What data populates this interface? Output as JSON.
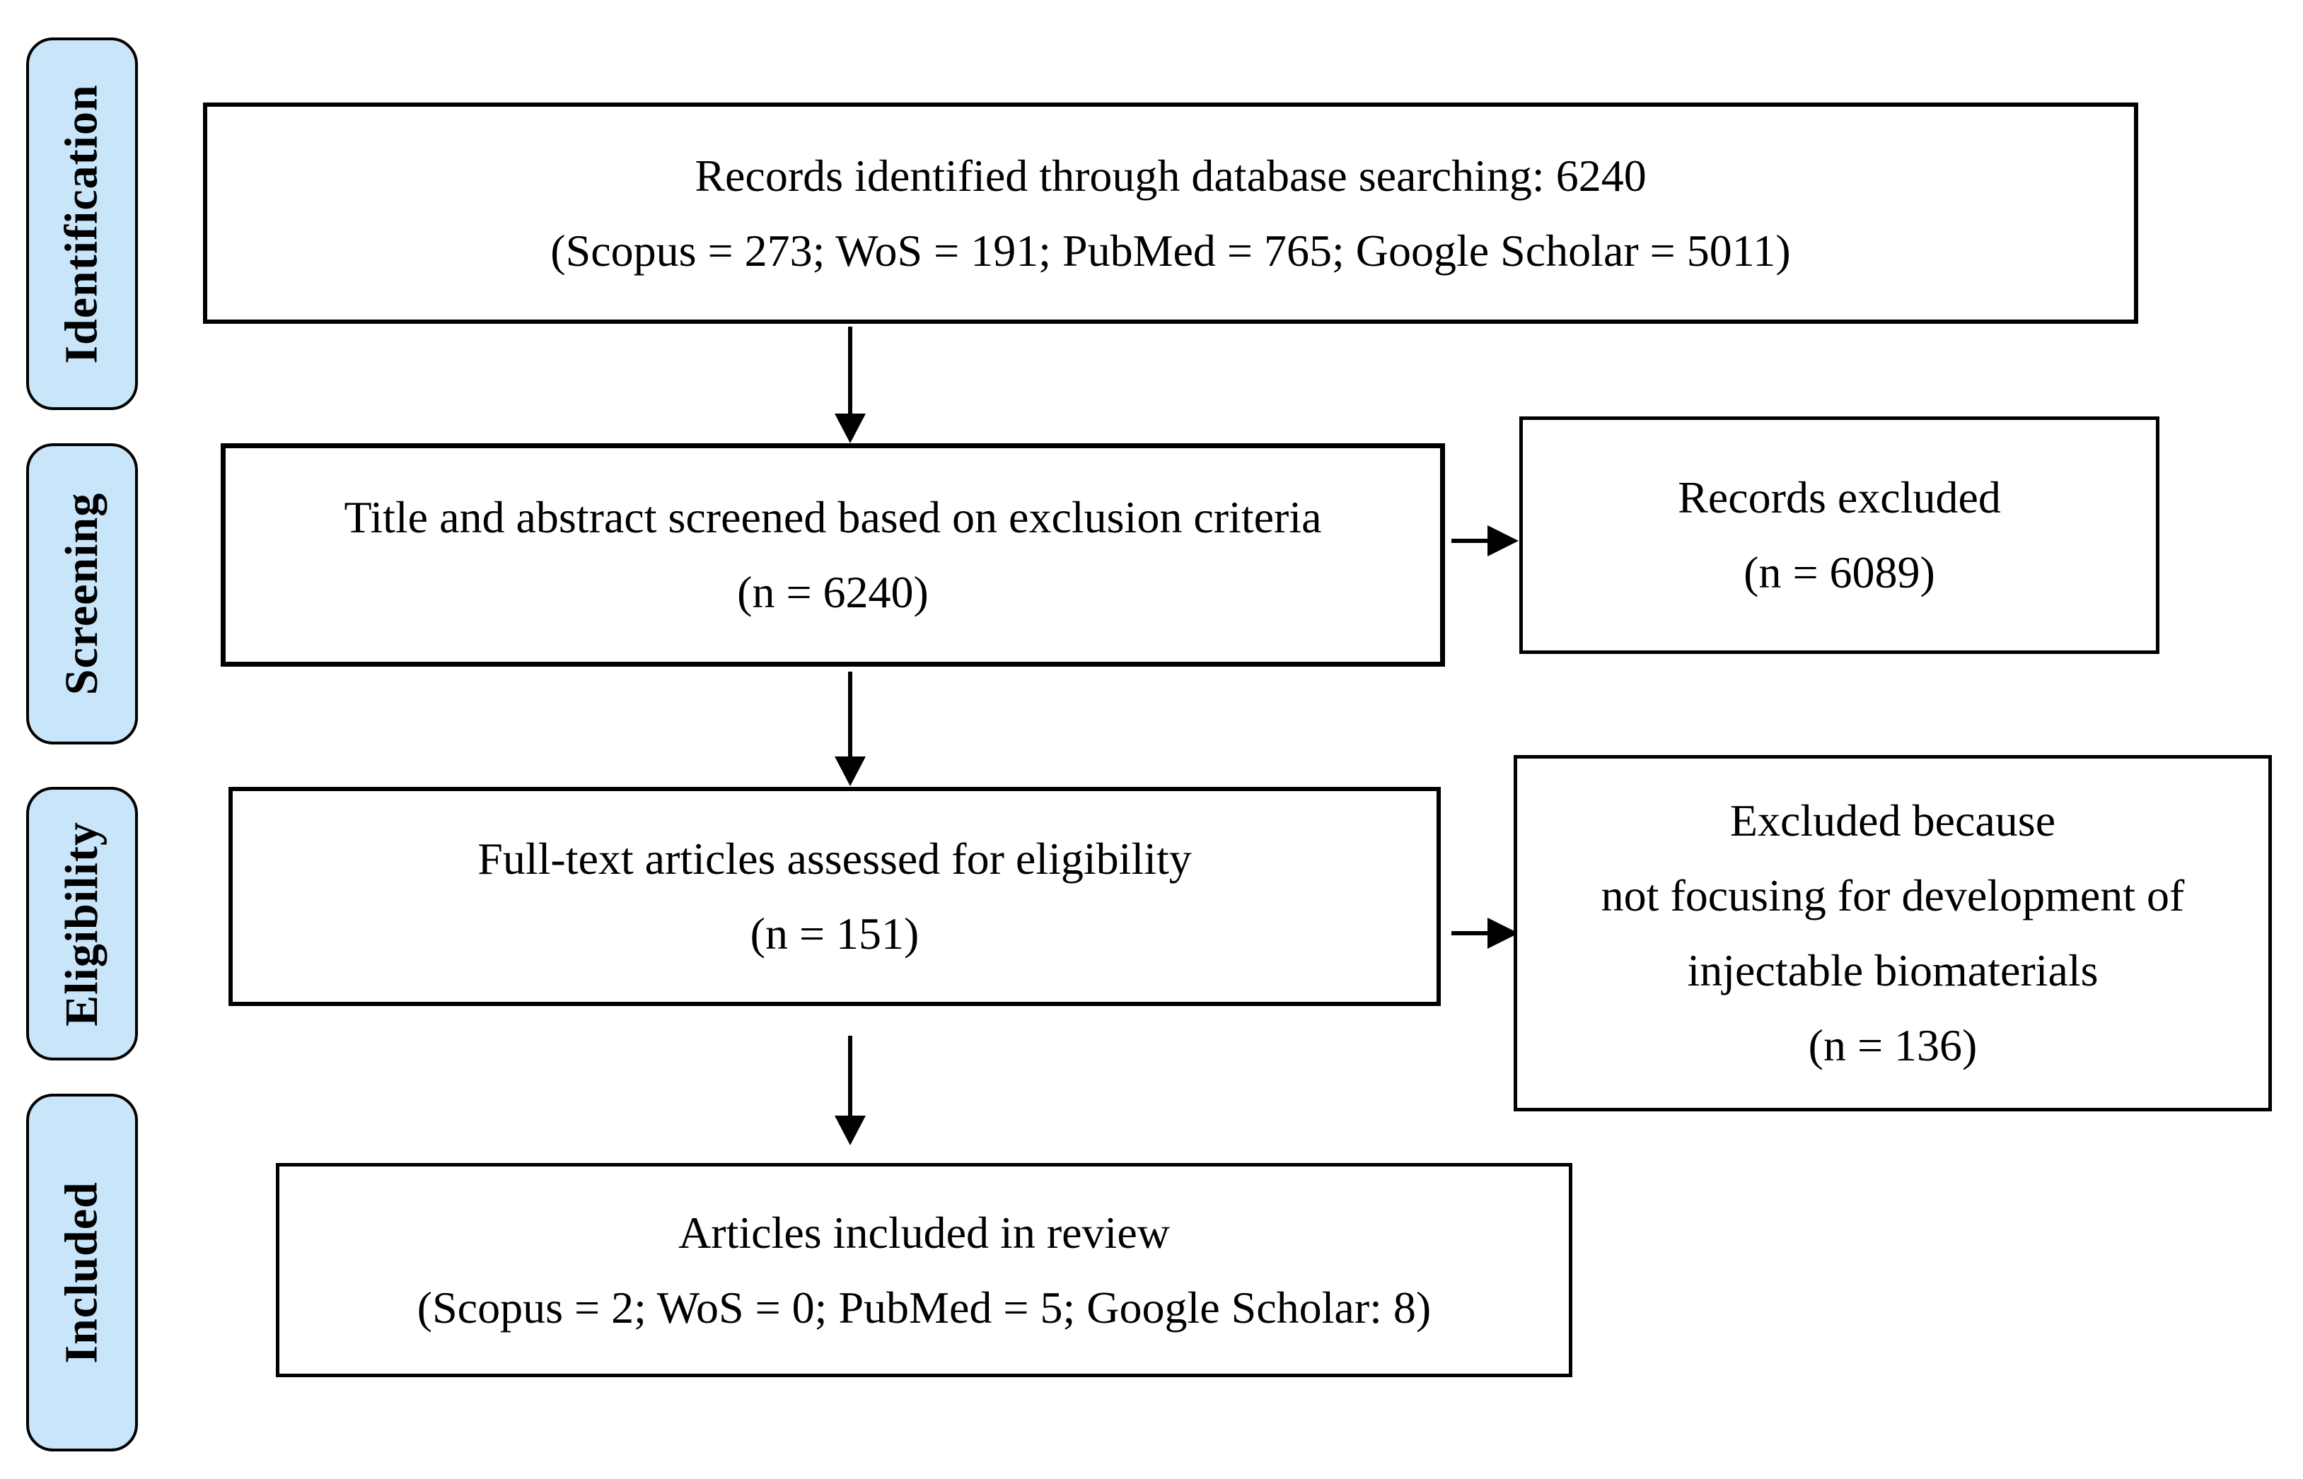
{
  "colors": {
    "stage_fill": "#C9E5F9",
    "stage_border": "#000000",
    "box_border": "#000000",
    "page_bg": "#FFFFFF",
    "text": "#000000"
  },
  "stages": [
    {
      "label": "Identification"
    },
    {
      "label": "Screening"
    },
    {
      "label": "Eligibility"
    },
    {
      "label": "Included"
    }
  ],
  "boxes": {
    "identified": {
      "line1": "Records identified through database searching: 6240",
      "line2": "(Scopus = 273; WoS = 191; PubMed = 765; Google Scholar = 5011)"
    },
    "screened": {
      "line1": "Title and abstract screened based on exclusion criteria",
      "line2": "(n = 6240)"
    },
    "records_excluded": {
      "line1": "Records excluded",
      "line2": "(n = 6089)"
    },
    "fulltext": {
      "line1": "Full-text articles assessed for eligibility",
      "line2": "(n = 151)"
    },
    "excluded_reason": {
      "line1": "Excluded because",
      "line2": "not focusing for development of",
      "line3": "injectable biomaterials",
      "line4": "(n = 136)"
    },
    "included": {
      "line1": "Articles included in review",
      "line2": "(Scopus = 2; WoS = 0; PubMed = 5; Google Scholar: 8)"
    }
  }
}
